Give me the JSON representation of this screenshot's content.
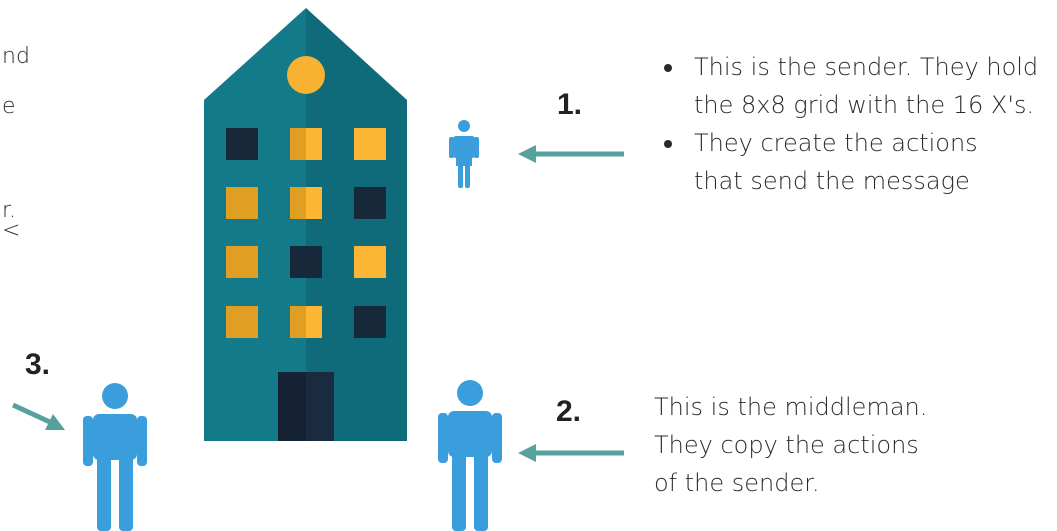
{
  "cut_text": {
    "line1": "nd",
    "line2": "e",
    "line3": "r.",
    "line4": "<"
  },
  "labels": {
    "one": "1.",
    "two": "2.",
    "three": "3."
  },
  "sender_bullets": [
    "This is the sender. They hold the 8x8 grid with the 16 X's.",
    "They create the actions that send the message"
  ],
  "middleman_text": {
    "line1": "This is the middleman.",
    "line2": "They copy the actions",
    "line3": "of the sender."
  },
  "colors": {
    "building_light": "#137a8a",
    "building_dark": "#0f6b79",
    "window_yellow": "#fbb733",
    "window_yellow_dark": "#e09e22",
    "window_dark": "#18283b",
    "person": "#3a9ddc",
    "arrow": "#56a19d",
    "sun": "#f7b232"
  }
}
